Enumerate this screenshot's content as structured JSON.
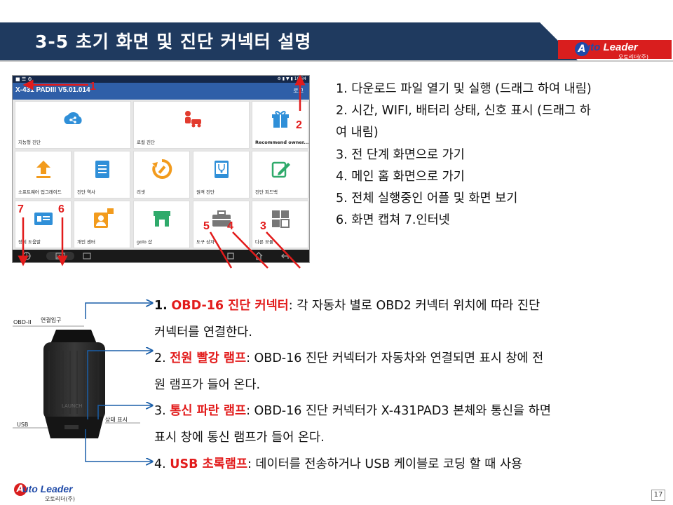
{
  "header": {
    "title": "3-5 초기 화면 및 진단 커넥터 설명",
    "bar_color": "#1f3a5f",
    "accent_color": "#d91e1e"
  },
  "logo": {
    "mark_letter": "A",
    "word_auto": "uto",
    "word_leader": "Leader",
    "sub": "오토리더(주)"
  },
  "tablet": {
    "app_title": "X-431 PADIII V5.01.014",
    "login": "로그",
    "status_left": "■ ☰ ⚙",
    "status_right": "⚙ ▮ ▼ ▮ 10:34",
    "tiles": [
      {
        "label": "지능형 진단",
        "icon": "cloud-share-icon",
        "color": "#2f8fd8"
      },
      {
        "label": "로컬 진단",
        "icon": "mechanic-car-icon",
        "color": "#e23b2e"
      },
      {
        "label": "Recommend owner...",
        "icon": "gift-icon",
        "color": "#2f8fd8"
      },
      {
        "label": "소프트웨어 업그레이드",
        "icon": "upload-arrow-icon",
        "color": "#f29b1d"
      },
      {
        "label": "진단 역사",
        "icon": "history-list-icon",
        "color": "#2f8fd8"
      },
      {
        "label": "리셋",
        "icon": "reset-wrench-icon",
        "color": "#f29b1d"
      },
      {
        "label": "원격 진단",
        "icon": "remote-stethoscope-icon",
        "color": "#2f8fd8"
      },
      {
        "label": "진단 피드백",
        "icon": "feedback-pencil-icon",
        "color": "#2faa6b"
      },
      {
        "label": "장비 도움말",
        "icon": "device-help-icon",
        "color": "#2f8fd8"
      },
      {
        "label": "개인 센터",
        "icon": "personal-center-icon",
        "color": "#f29b1d"
      },
      {
        "label": "golo 샵",
        "icon": "shop-icon",
        "color": "#2faa6b"
      },
      {
        "label": "도구 상자",
        "icon": "toolbox-icon",
        "color": "#777777"
      },
      {
        "label": "다른 모듈",
        "icon": "modules-grid-icon",
        "color": "#777777"
      }
    ],
    "callouts": [
      "1",
      "2",
      "3",
      "4",
      "5",
      "6",
      "7"
    ]
  },
  "list1": [
    "1. 다운로드 파일 열기 및 실행 (드래그 하여 내림)",
    "2. 시간, WIFI, 배터리 상태, 신호 표시 (드래그 하",
    "여 내림)",
    "3. 전 단계 화면으로 가기",
    "4. 메인 홈 화면으로 가기",
    "5. 전체 실행중인 어플 및 화면 보기",
    "6. 화면 캡쳐  7.인터넷"
  ],
  "obd": {
    "label_obd": "OBD-II",
    "label_port": "연결입구",
    "label_usb": "USB",
    "label_status": "상태 표시",
    "brand": "LAUNCH"
  },
  "list2": [
    {
      "num": "1.",
      "hl": "OBD-16 진단 커넥터",
      "rest": ": 각 자동차 별로 OBD2 커넥터 위치에 따라 진단"
    },
    {
      "num": "",
      "hl": "",
      "rest": "커넥터를 연결한다."
    },
    {
      "num": "2.",
      "hl": "전원 빨강 램프",
      "rest": ": OBD-16 진단 커넥터가 자동차와 연결되면 표시 창에 전"
    },
    {
      "num": "",
      "hl": "",
      "rest": "원 램프가 들어 온다."
    },
    {
      "num": "3.",
      "hl": "통신 파란 램프",
      "rest": ": OBD-16 진단 커넥터가 X-431PAD3 본체와 통신을 하면"
    },
    {
      "num": "",
      "hl": "",
      "rest": "표시 창에 통신 램프가 들어 온다."
    },
    {
      "num": "4.",
      "hl": "USB 초록램프",
      "rest": ": 데이터를 전송하거나 USB 케이블로 코딩 할 때 사용"
    }
  ],
  "footer": {
    "page": "17"
  }
}
